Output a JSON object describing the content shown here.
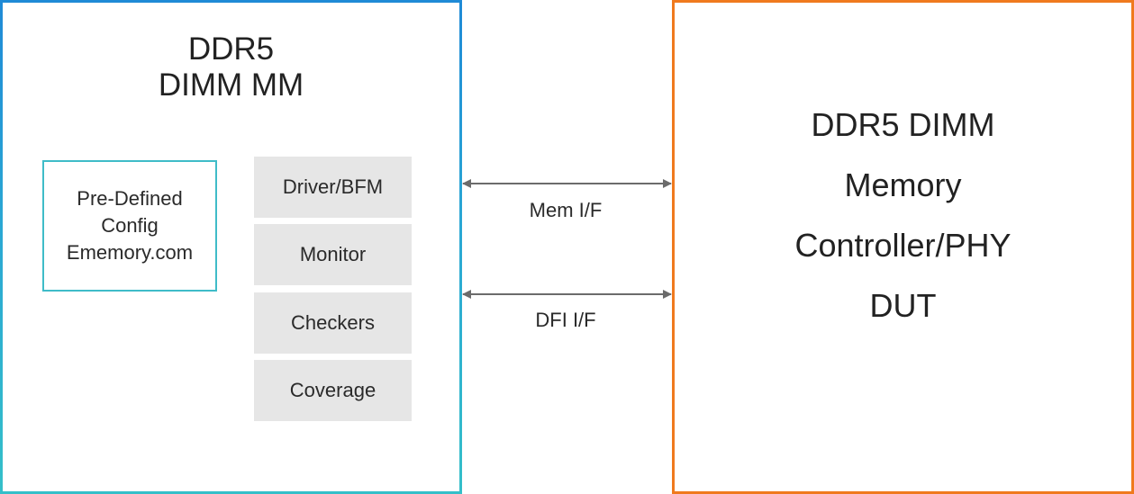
{
  "left_block": {
    "title_line1": "DDR5",
    "title_line2": "DIMM MM",
    "config": {
      "line1": "Pre-Defined",
      "line2": "Config",
      "line3": "Ememory.com"
    },
    "modules": [
      "Driver/BFM",
      "Monitor",
      "Checkers",
      "Coverage"
    ]
  },
  "interfaces": {
    "mem": "Mem I/F",
    "dfi": "DFI I/F"
  },
  "right_block": {
    "line1": "DDR5 DIMM",
    "line2": "Memory",
    "line3": "Controller/PHY",
    "line4": "DUT"
  },
  "colors": {
    "left_border_top": "#1f8ad6",
    "left_border_bottom": "#34bfc9",
    "config_border": "#3fbcc8",
    "right_border": "#f07a1e",
    "module_fill": "#e6e6e6",
    "arrow": "#6b6b6b"
  }
}
